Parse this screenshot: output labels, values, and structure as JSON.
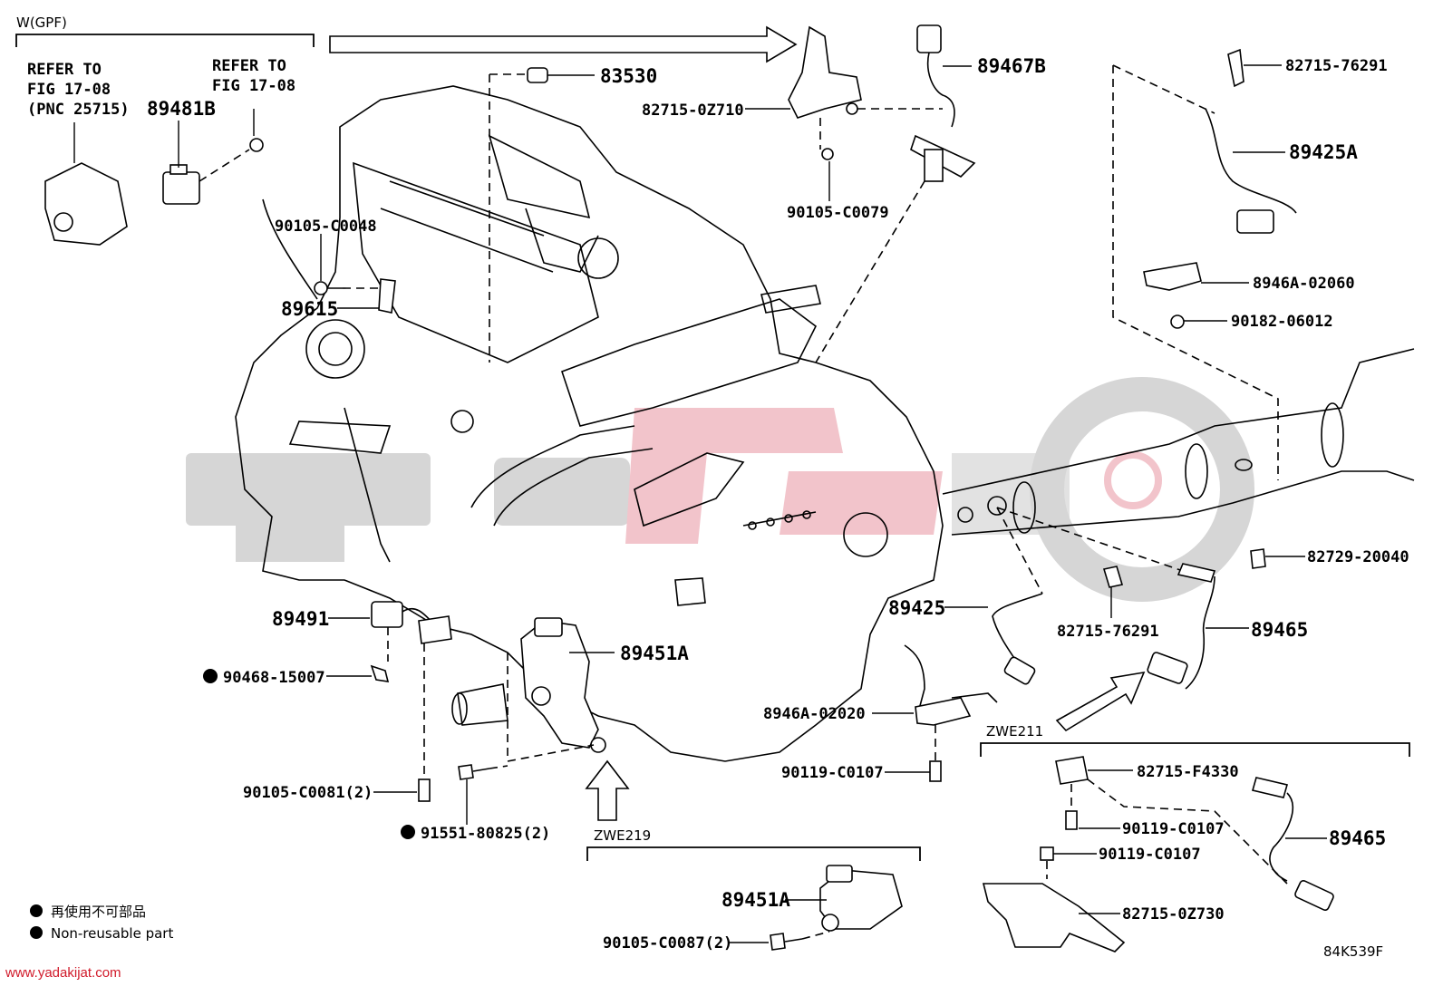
{
  "diagram": {
    "sections": {
      "gpf_label": "W(GPF)",
      "zwe211_label": "ZWE211",
      "zwe219_label": "ZWE219"
    },
    "refer_left": [
      "REFER TO",
      "FIG 17-08",
      "(PNC 25715)"
    ],
    "refer_right": [
      "REFER TO",
      "FIG 17-08"
    ],
    "parts": {
      "p89481B": "89481B",
      "p83530": "83530",
      "p82715_0Z710": "82715-0Z710",
      "p89467B": "89467B",
      "p90105_C0079": "90105-C0079",
      "p82715_76291_top": "82715-76291",
      "p89425A": "89425A",
      "p8946A_02060": "8946A-02060",
      "p90182_06012": "90182-06012",
      "p90105_C0048": "90105-C0048",
      "p89615": "89615",
      "p82729_20040": "82729-20040",
      "p89425": "89425",
      "p82715_76291_mid": "82715-76291",
      "p89465_mid": "89465",
      "p89491": "89491",
      "p90468_15007": "90468-15007",
      "p89451A_main": "89451A",
      "p8946A_02020": "8946A-02020",
      "p90119_C0107_a": "90119-C0107",
      "p82715_F4330": "82715-F4330",
      "p90119_C0107_b": "90119-C0107",
      "p90119_C0107_c": "90119-C0107",
      "p89465_zwe": "89465",
      "p82715_0Z730": "82715-0Z730",
      "p90105_C0081": "90105-C0081(2)",
      "p91551_80825": "91551-80825(2)",
      "p89451A_zwe": "89451A",
      "p90105_C0087": "90105-C0087(2)"
    },
    "legend": {
      "jp": "再使用不可部品",
      "en": "Non-reusable part"
    },
    "figure_code": "84K539F",
    "footer_url": "www.yadakijat.com"
  }
}
